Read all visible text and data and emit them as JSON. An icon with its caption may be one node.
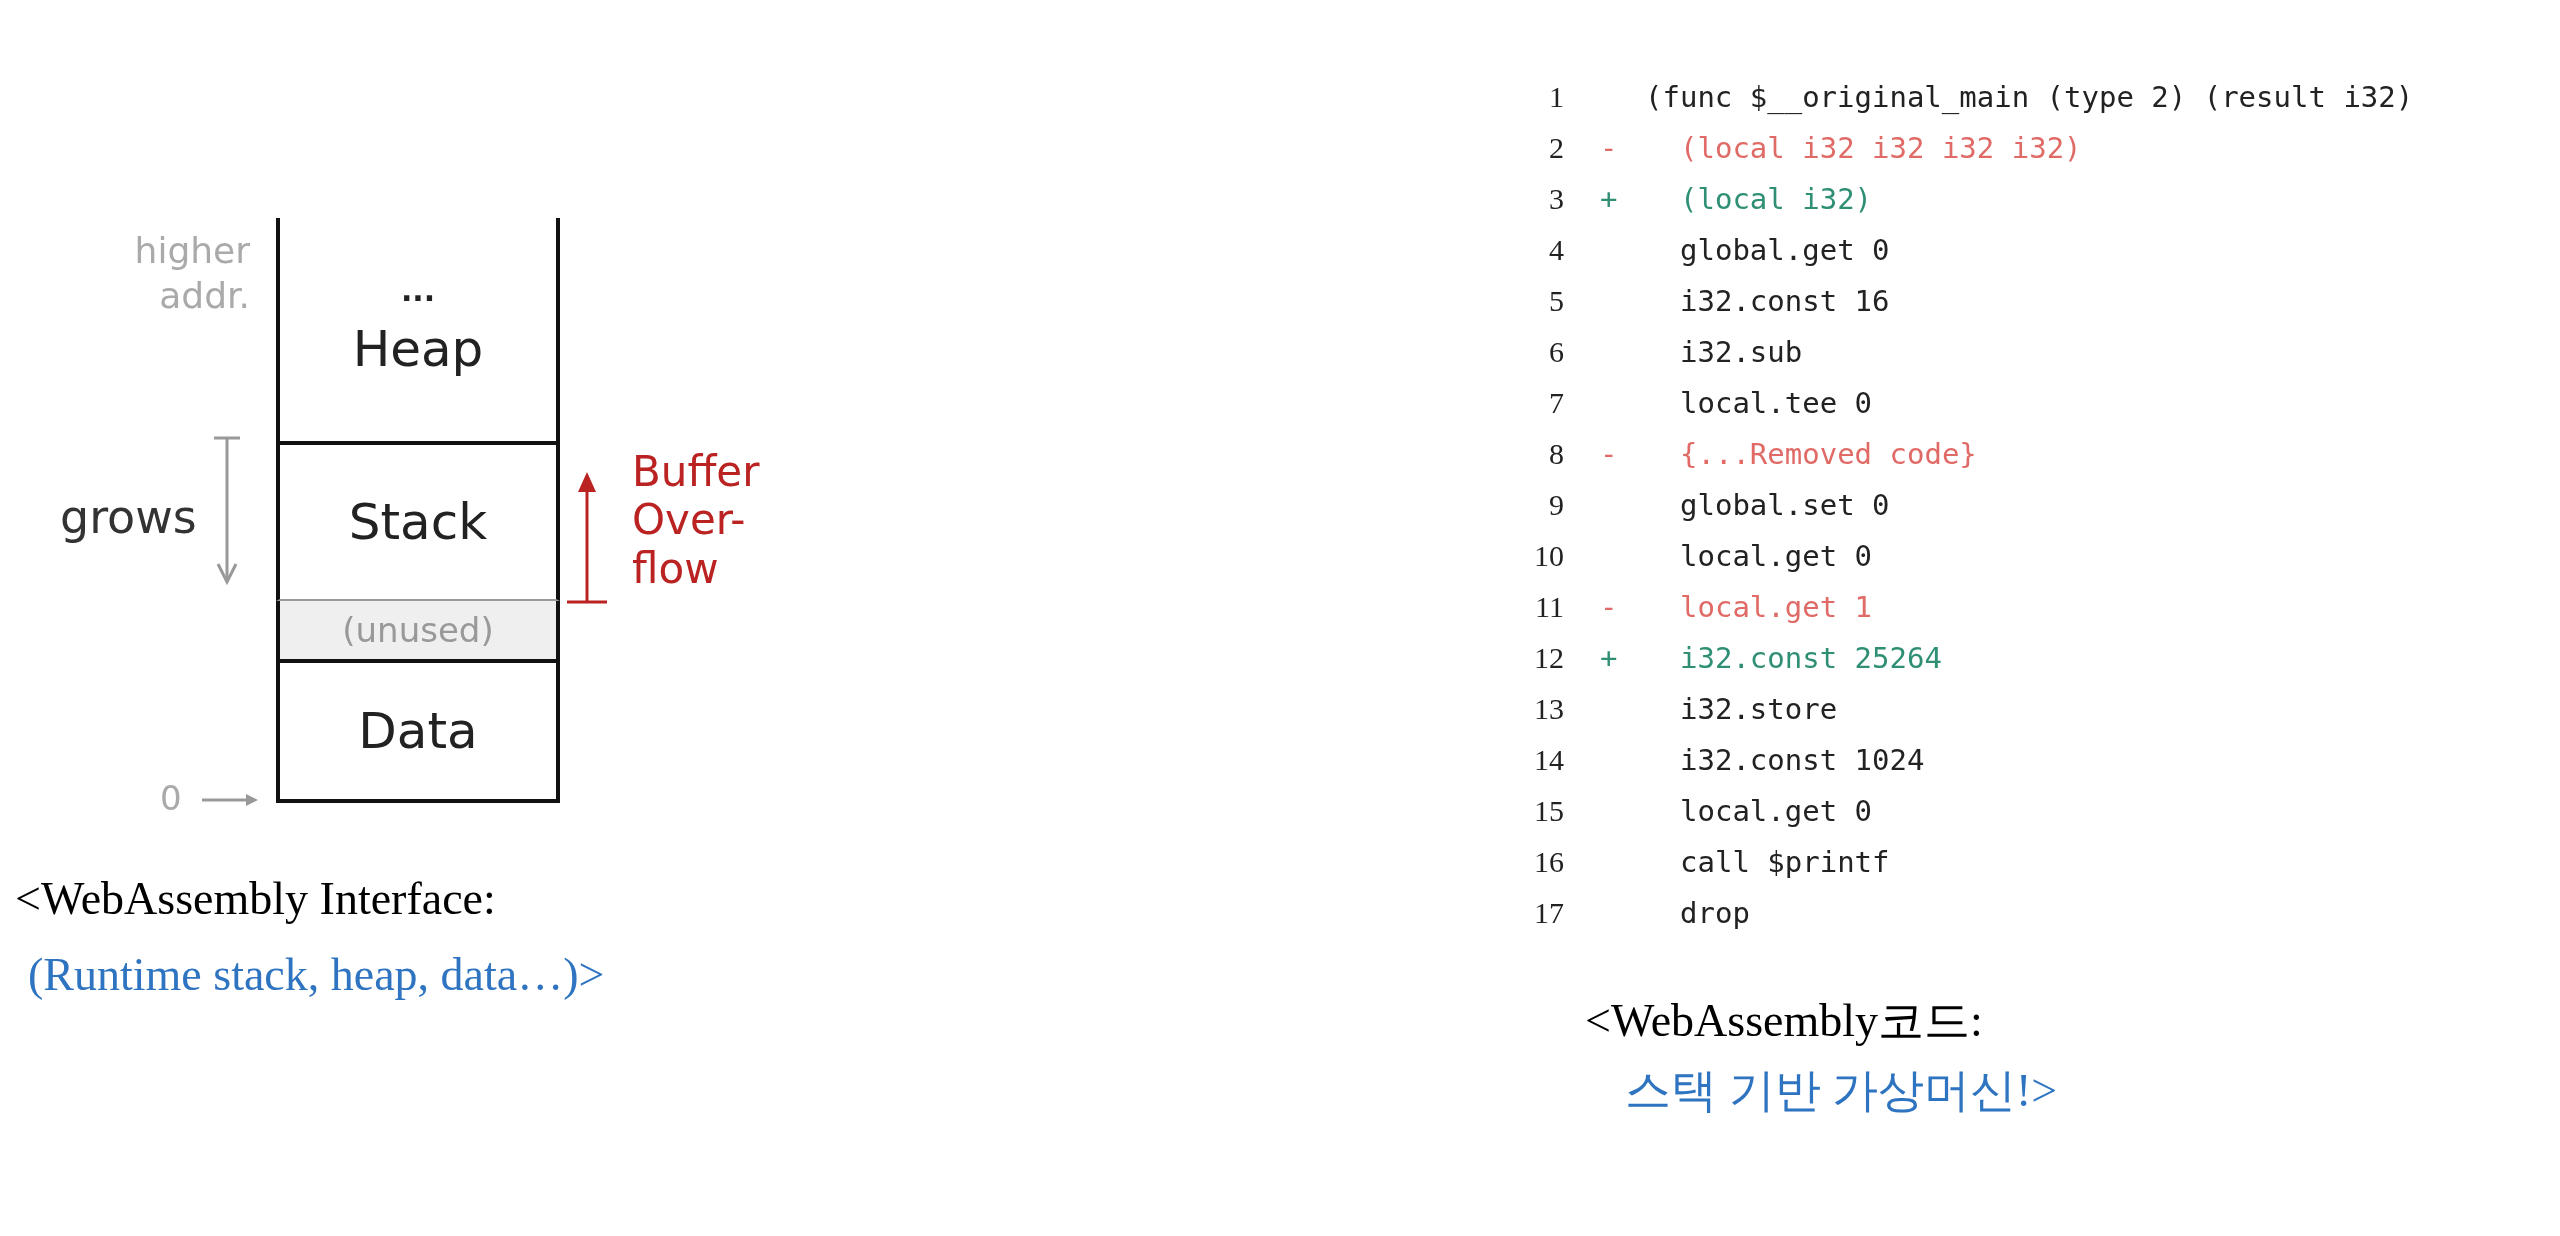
{
  "diagram": {
    "nodes": [
      {
        "text": [
          "...",
          "Heap"
        ]
      },
      {
        "text": [
          "Stack"
        ]
      },
      {
        "text": [
          "(unused)"
        ]
      },
      {
        "text": [
          "Data"
        ]
      }
    ],
    "labels": [
      "higher addr.",
      "grows",
      "Buffer Over-flow",
      "0",
      "<WebAssembly Interface:",
      "(Runtime stack, heap, data…)>",
      "1",
      "(func $__original_main (type 2) (result i32)",
      "2",
      "-",
      "(local i32 i32 i32 i32)",
      "3",
      "+",
      "(local i32)",
      "4",
      "global.get 0",
      "5",
      "i32.const 16",
      "6",
      "i32.sub",
      "7",
      "local.tee 0",
      "8",
      "-",
      "{...Removed code}",
      "9",
      "global.set 0",
      "10",
      "local.get 0",
      "11",
      "-",
      "local.get 1",
      "12",
      "+",
      "i32.const 25264",
      "13",
      "i32.store",
      "14",
      "i32.const 1024",
      "15",
      "local.get 0",
      "16",
      "call $printf",
      "17",
      "drop",
      "<WebAssembly코드:",
      "스택 기반 가상머신!>"
    ]
  }
}
